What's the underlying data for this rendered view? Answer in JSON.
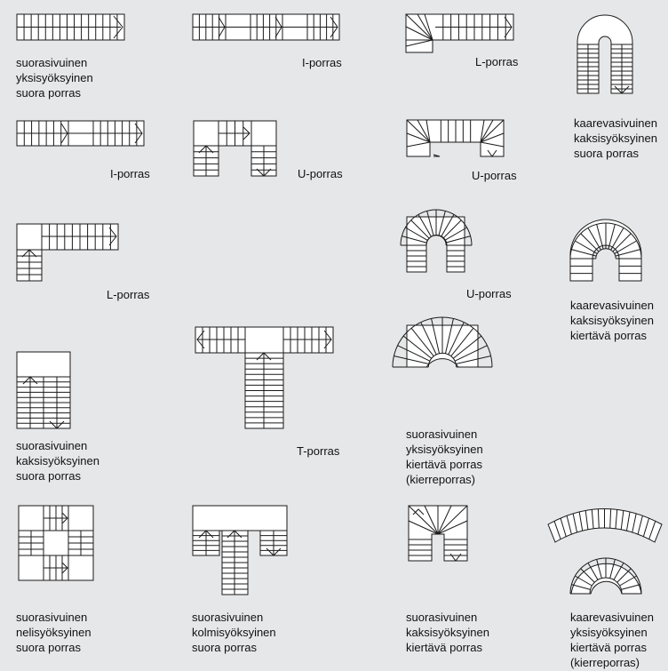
{
  "labels": {
    "l1": "suorasivuinen\nyksisyöksyinen\nsuora porras",
    "l2": "I-porras",
    "l3": "L-porras",
    "l4": "kaarevasivuinen\nkaksisyöksyinen\nsuora porras",
    "l5": "I-porras",
    "l6": "U-porras",
    "l7": "U-porras",
    "l8": "L-porras",
    "l9": "U-porras",
    "l10": "kaarevasivuinen\nkaksisyöksyinen\nkiertävä porras",
    "l11": "suorasivuinen\nkaksisyöksyinen\nsuora porras",
    "l12": "T-porras",
    "l13": "suorasivuinen\nyksisyöksyinen\nkiertävä porras\n(kierreporras)",
    "l14": "suorasivuinen\nnelisyöksyinen\nsuora porras",
    "l15": "suorasivuinen\nkolmisyöksyinen\nsuora porras",
    "l16": "suorasivuinen\nkaksisyöksyinen\nkiertävä porras",
    "l17": "kaarevasivuinen\nyksisyöksyinen\nkiertävä porras\n(kierreporras)"
  },
  "colors": {
    "background": "#e6e7e8",
    "stroke": "#1a1a1a",
    "fill": "#ffffff"
  }
}
